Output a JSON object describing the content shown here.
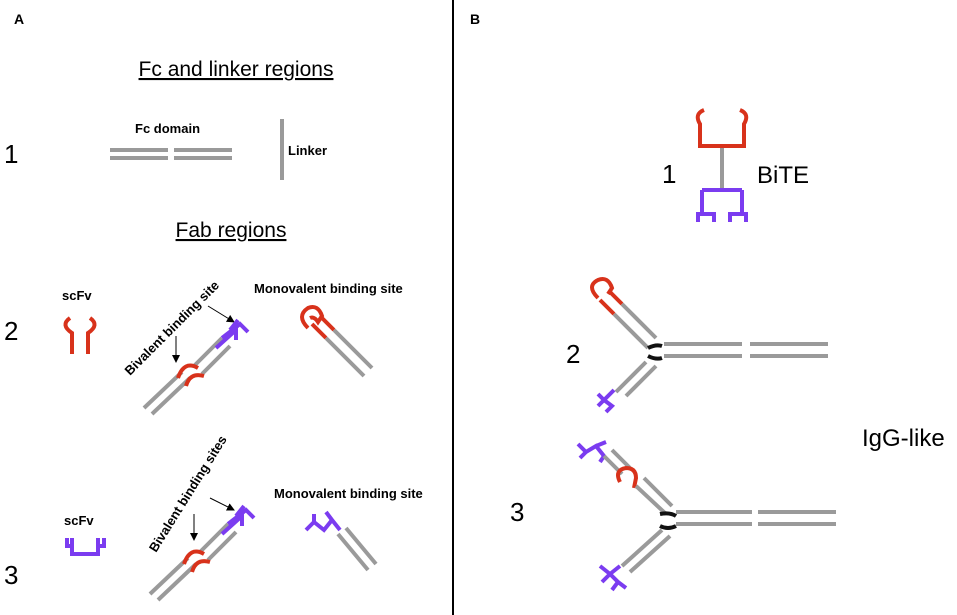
{
  "panels": {
    "a": {
      "letter": "A",
      "section_fc": "Fc and linker regions",
      "section_fab": "Fab regions",
      "fc_domain_label": "Fc domain",
      "linker_label": "Linker",
      "row_numbers": [
        "1",
        "2",
        "3"
      ],
      "scfv_label": "scFv",
      "bivalent_label_2": "Bivalent binding site",
      "bivalent_label_3": "Bivalent binding sites",
      "monovalent_label": "Monovalent binding site"
    },
    "b": {
      "letter": "B",
      "row_numbers": [
        "1",
        "2",
        "3"
      ],
      "bite_label": "BiTE",
      "igg_label": "IgG-like"
    }
  },
  "colors": {
    "red_domain": "#d8321b",
    "purple_domain": "#7b3cf0",
    "grey_chain": "#9a9a9a",
    "hinge": "#111111"
  }
}
